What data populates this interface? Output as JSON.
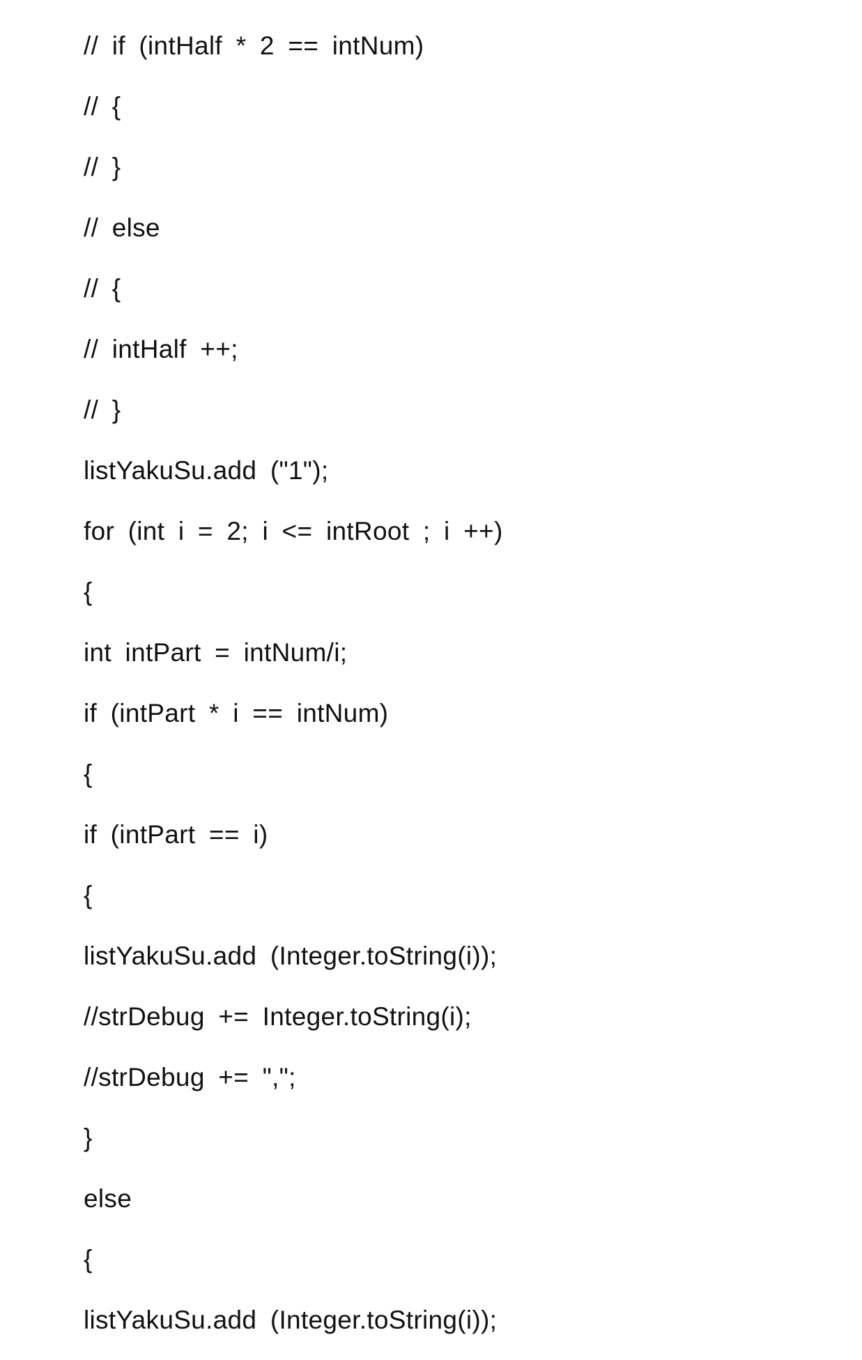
{
  "code_lines": [
    "// if (intHalf * 2 == intNum)",
    "// {",
    "// }",
    "// else",
    "// {",
    "// intHalf ++;",
    "// }",
    "listYakuSu.add (\"1\");",
    "for (int i = 2; i <= intRoot ; i ++)",
    "{",
    "int intPart = intNum/i;",
    "if (intPart * i == intNum)",
    "{",
    "if (intPart == i)",
    "{",
    "listYakuSu.add (Integer.toString(i));",
    "//strDebug += Integer.toString(i);",
    "//strDebug += \",\";",
    "}",
    "else",
    "{",
    "listYakuSu.add (Integer.toString(i));"
  ]
}
